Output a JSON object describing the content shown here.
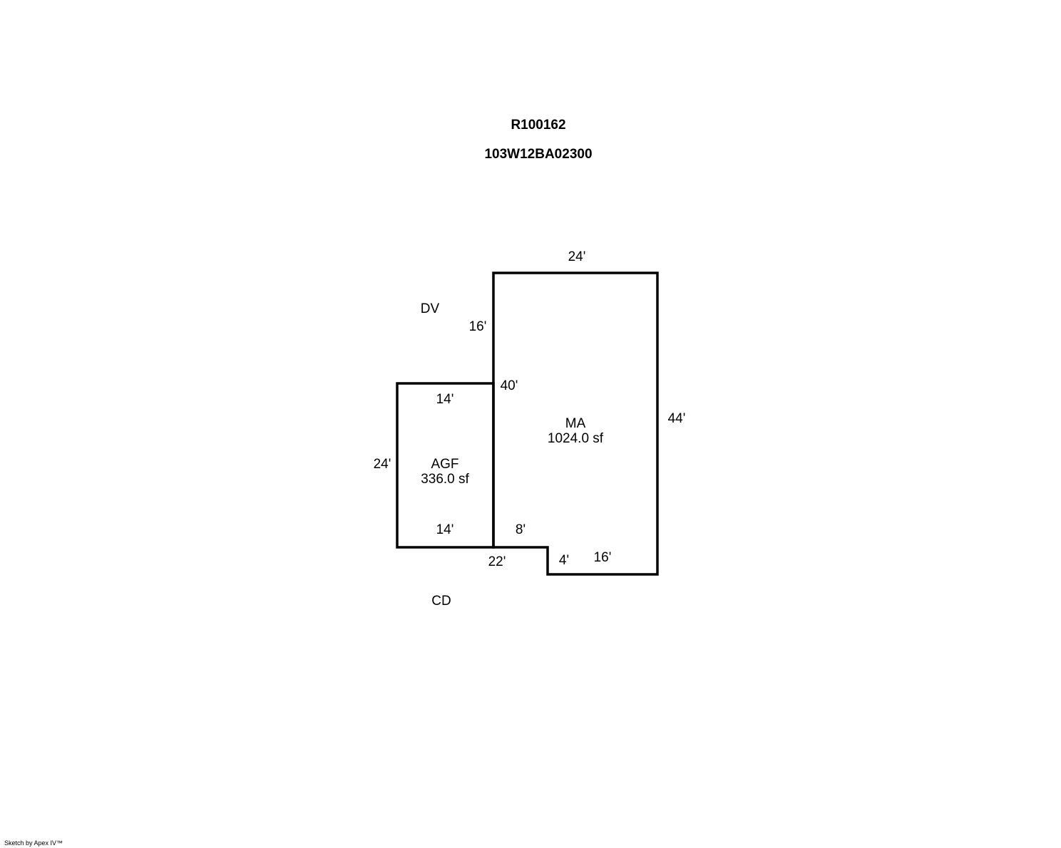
{
  "header": {
    "account_id": "R100162",
    "map_tax_lot": "103W12BA02300"
  },
  "areas": {
    "ma": {
      "code": "MA",
      "size": "1024.0 sf"
    },
    "agf": {
      "code": "AGF",
      "size": "336.0 sf"
    }
  },
  "labels": {
    "dv": "DV",
    "cd": "CD"
  },
  "dimensions": {
    "ma_top": "24'",
    "ma_left_upper": "16'",
    "ma_left_lower": "40'",
    "ma_right": "44'",
    "ma_bottom_step": "8'",
    "ma_notch_height": "4'",
    "ma_bottom": "16'",
    "agf_top": "14'",
    "agf_left": "24'",
    "agf_bottom": "14'",
    "combined_bottom": "22'"
  },
  "colors": {
    "line": "#000000",
    "background": "#ffffff"
  },
  "footer": {
    "credit": "Sketch by Apex IV™"
  }
}
